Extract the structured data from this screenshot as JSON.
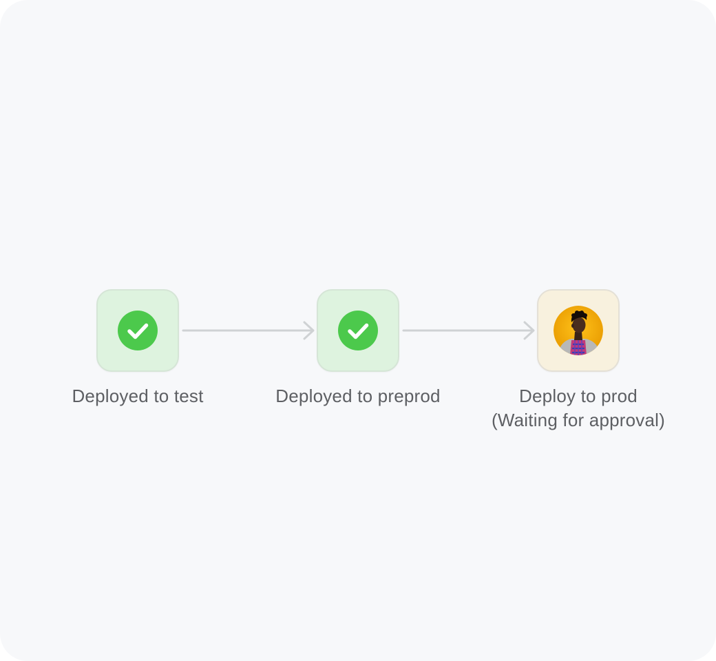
{
  "pipeline": {
    "stages": [
      {
        "label": "Deployed to test",
        "status": "done",
        "icon": "check-circle-icon"
      },
      {
        "label": "Deployed to preprod",
        "status": "done",
        "icon": "check-circle-icon"
      },
      {
        "label": "Deploy to prod",
        "sublabel": "(Waiting for approval)",
        "status": "pending",
        "icon": "approver-avatar"
      }
    ]
  },
  "colors": {
    "background": "#f7f8fa",
    "done_fill": "#def3df",
    "pending_fill": "#f8f1de",
    "check_green": "#4cc94c",
    "arrow": "#cfd2d4",
    "label_text": "#5d5f63",
    "avatar_bg": "#f0ac00"
  }
}
